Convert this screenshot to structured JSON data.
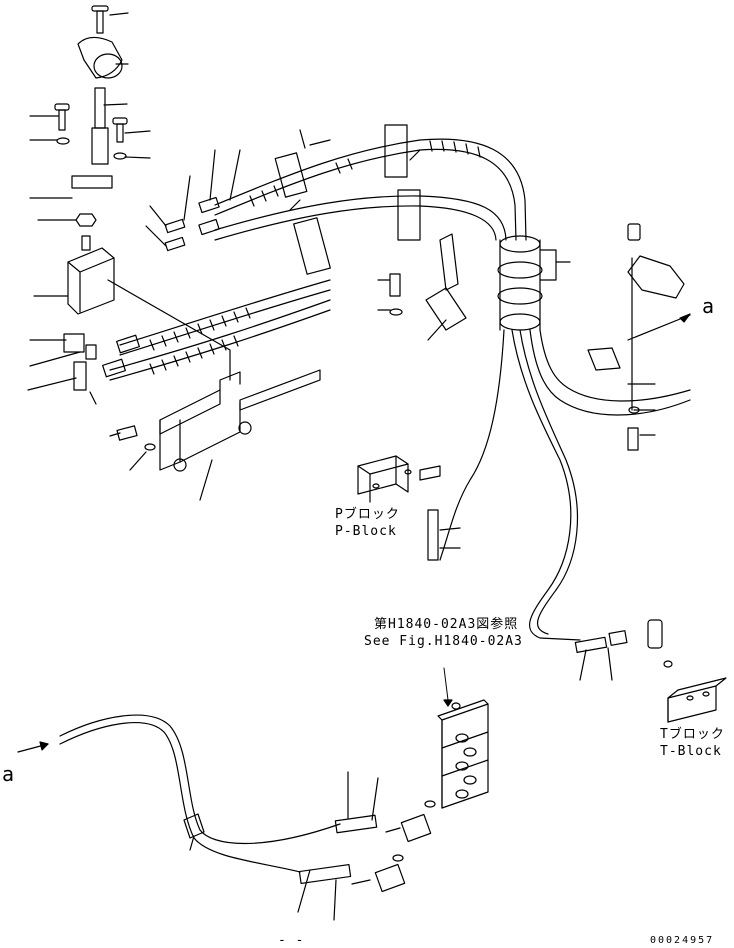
{
  "labels": {
    "p_block_jp": "Pブロック",
    "p_block_en": "P-Block",
    "t_block_jp": "Tブロック",
    "t_block_en": "T-Block",
    "ref_jp": "第H1840-02A3図参照",
    "ref_en": "See Fig.H1840-02A3",
    "marker_a_top": "a",
    "marker_a_left": "a",
    "page_marks": "- -",
    "drawing_number": "00024957"
  }
}
